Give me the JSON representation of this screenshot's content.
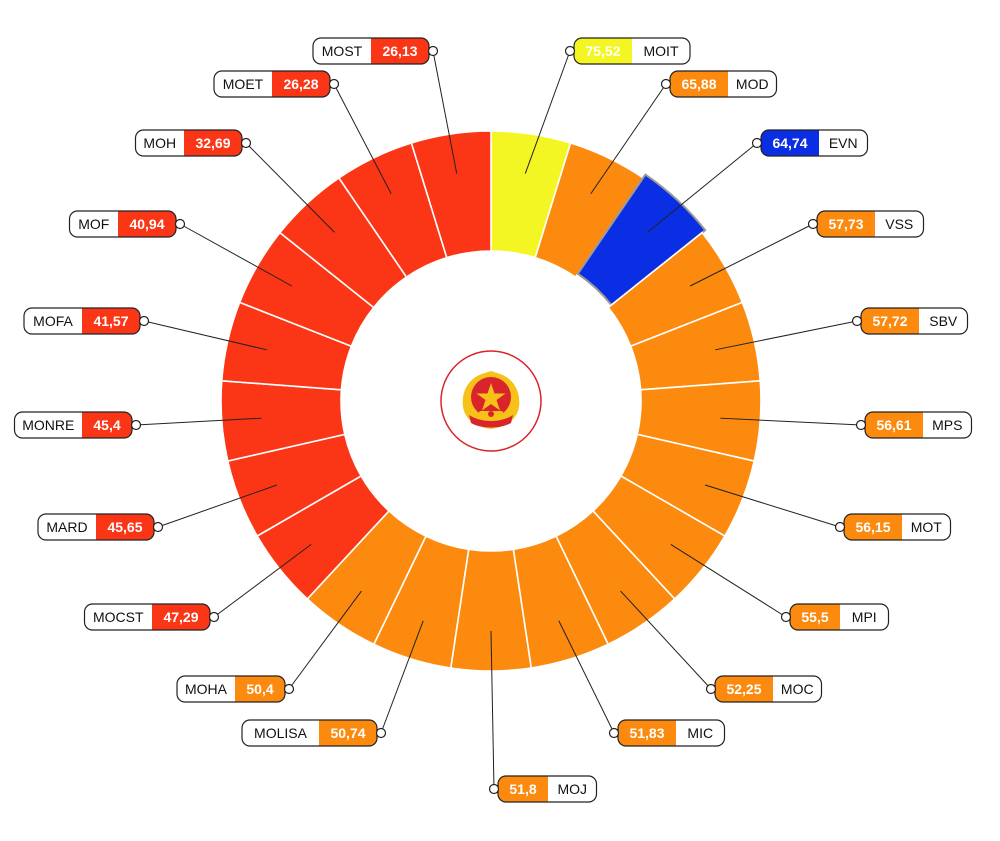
{
  "chart_data": {
    "type": "pie",
    "colors": {
      "yellow": "#f4f624",
      "orange": "#fb8a0f",
      "red": "#fb3617",
      "blue": "#0a2ee3",
      "emblem_red": "#d8242a",
      "emblem_gold": "#f6c21a"
    },
    "segments": [
      {
        "name": "MOIT",
        "value": "75,52",
        "color": "yellow"
      },
      {
        "name": "MOD",
        "value": "65,88",
        "color": "orange"
      },
      {
        "name": "EVN",
        "value": "64,74",
        "color": "blue"
      },
      {
        "name": "VSS",
        "value": "57,73",
        "color": "orange"
      },
      {
        "name": "SBV",
        "value": "57,72",
        "color": "orange"
      },
      {
        "name": "MPS",
        "value": "56,61",
        "color": "orange"
      },
      {
        "name": "MOT",
        "value": "56,15",
        "color": "orange"
      },
      {
        "name": "MPI",
        "value": "55,5",
        "color": "orange"
      },
      {
        "name": "MOC",
        "value": "52,25",
        "color": "orange"
      },
      {
        "name": "MIC",
        "value": "51,83",
        "color": "orange"
      },
      {
        "name": "MOJ",
        "value": "51,8",
        "color": "orange"
      },
      {
        "name": "MOLISA",
        "value": "50,74",
        "color": "orange"
      },
      {
        "name": "MOHA",
        "value": "50,4",
        "color": "orange"
      },
      {
        "name": "MOCST",
        "value": "47,29",
        "color": "red"
      },
      {
        "name": "MARD",
        "value": "45,65",
        "color": "red"
      },
      {
        "name": "MONRE",
        "value": "45,4",
        "color": "red"
      },
      {
        "name": "MOFA",
        "value": "41,57",
        "color": "red"
      },
      {
        "name": "MOF",
        "value": "40,94",
        "color": "red"
      },
      {
        "name": "MOH",
        "value": "32,69",
        "color": "red"
      },
      {
        "name": "MOET",
        "value": "26,28",
        "color": "red"
      },
      {
        "name": "MOST",
        "value": "26,13",
        "color": "red"
      }
    ]
  }
}
